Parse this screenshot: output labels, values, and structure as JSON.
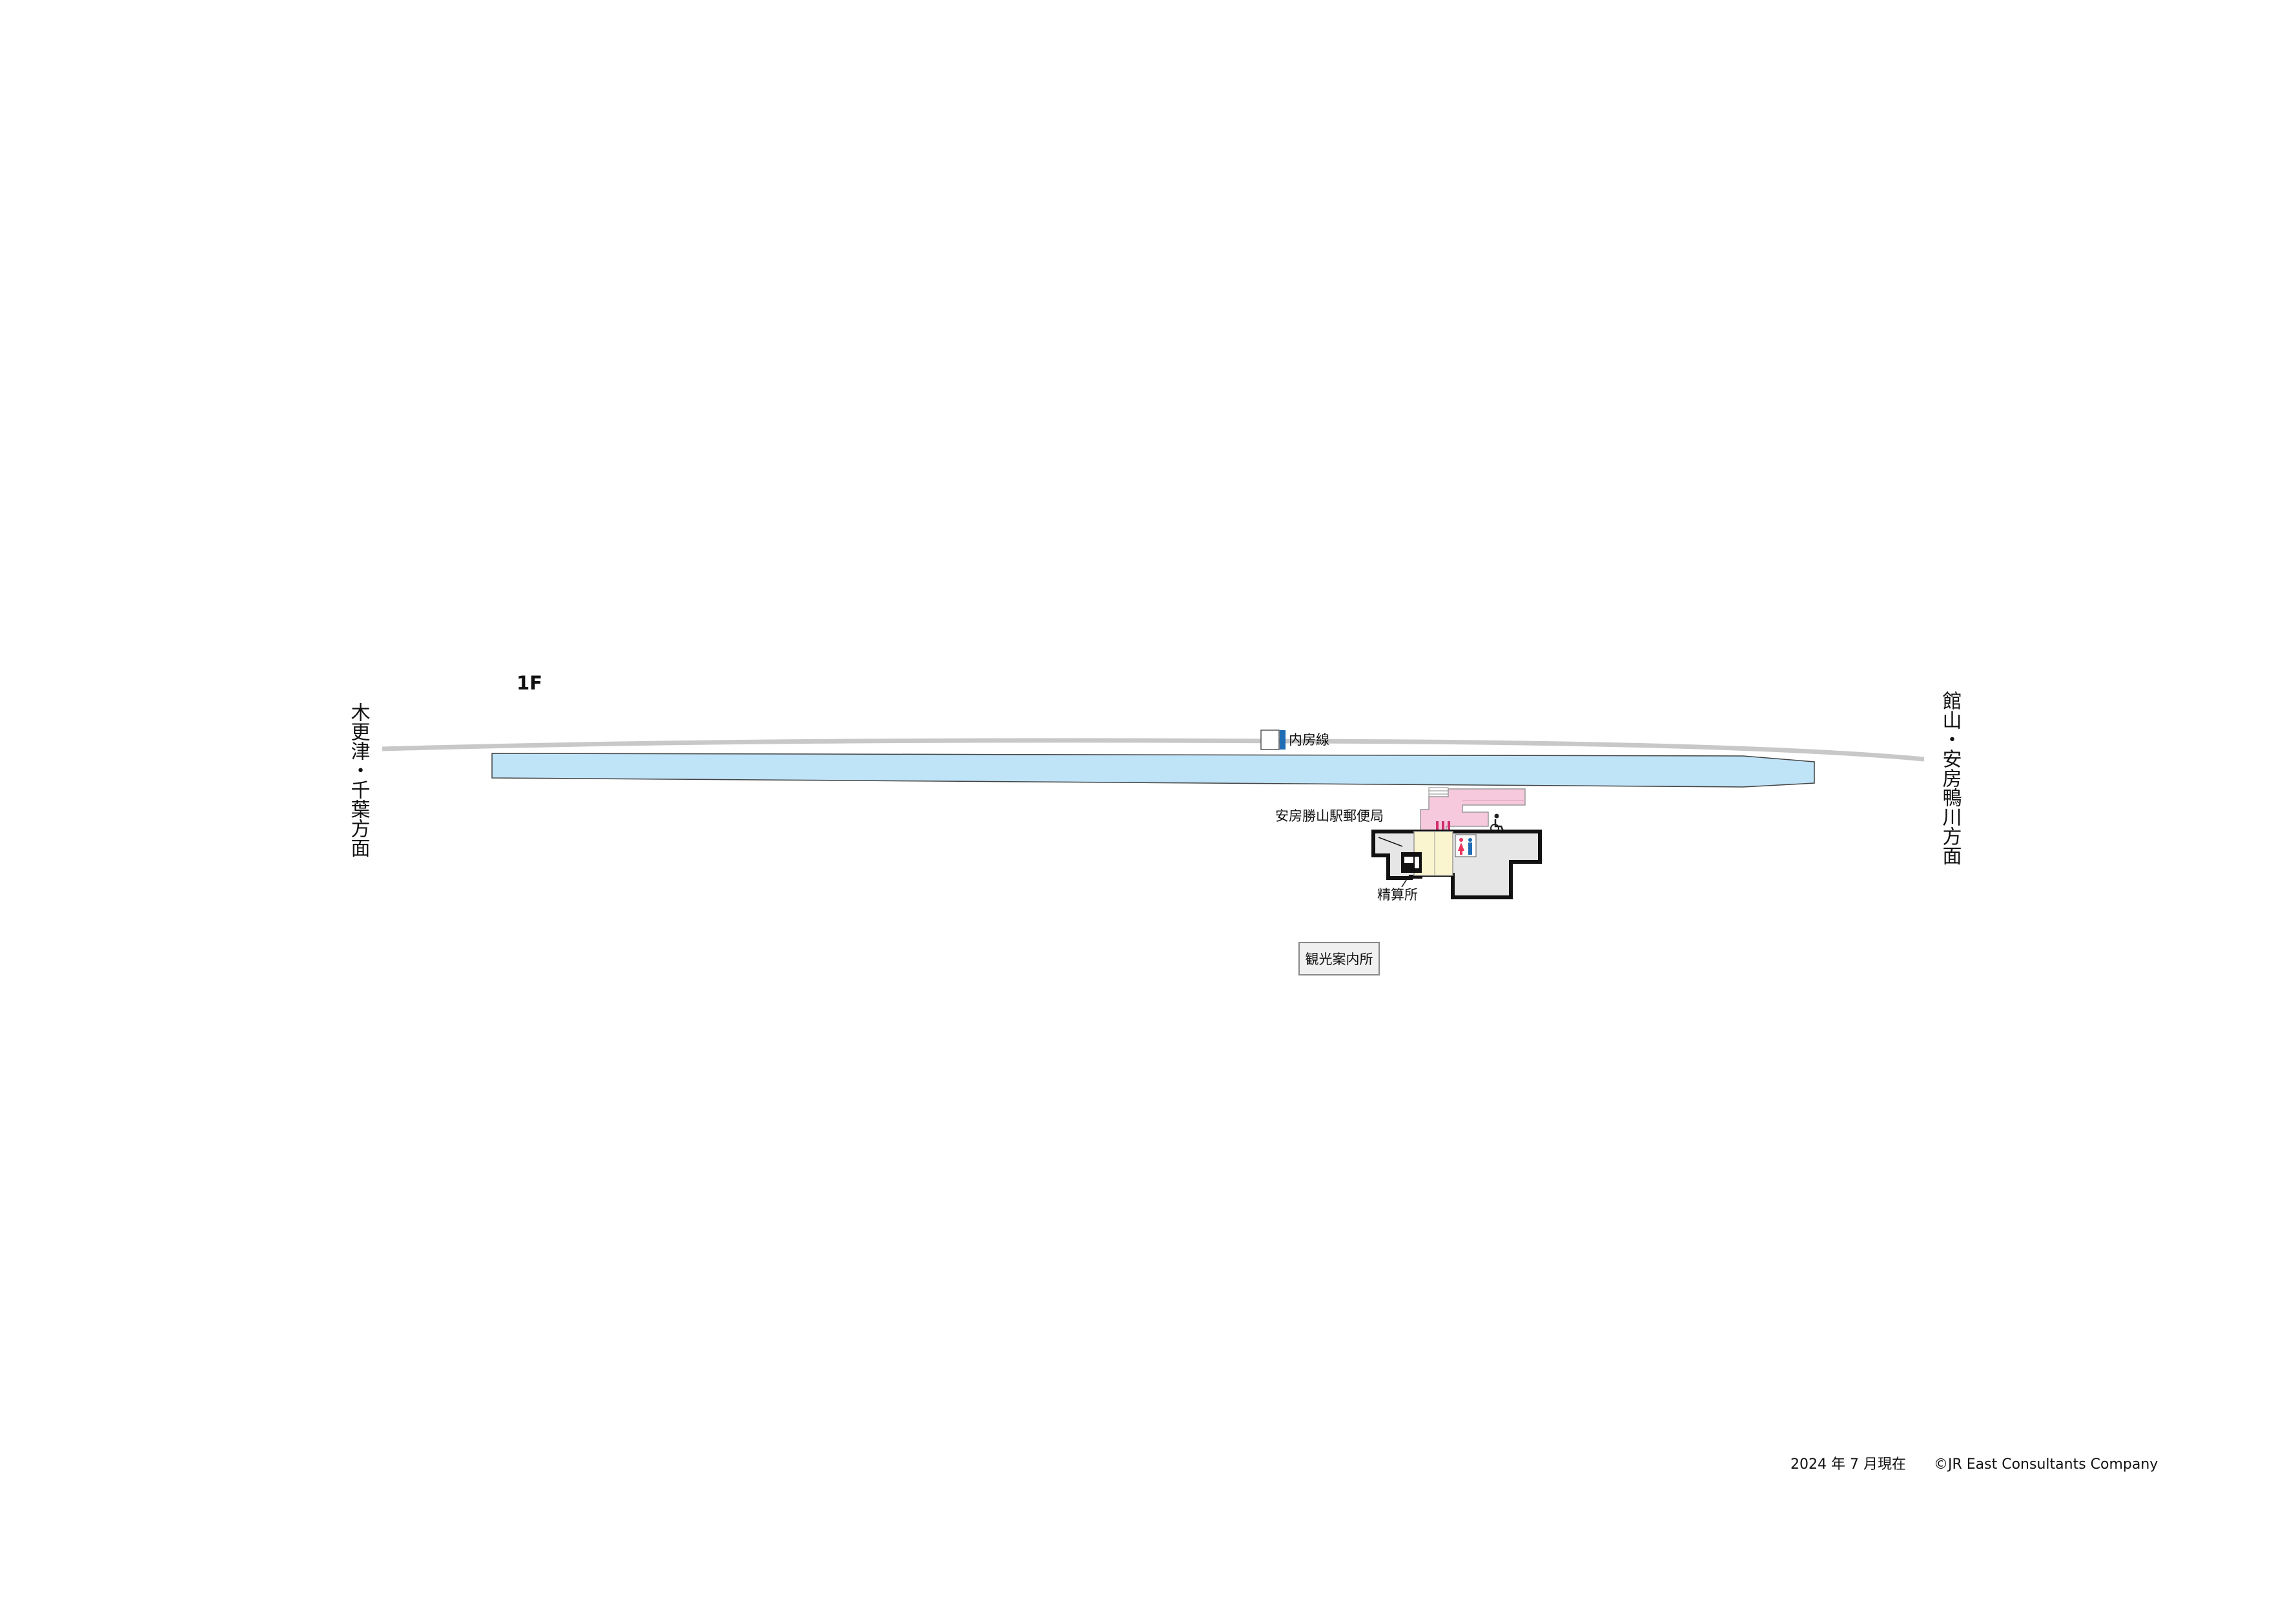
{
  "floor_label": "1F",
  "directions": {
    "left": "木更津・千葉方面",
    "right": "館山・安房鴨川方面"
  },
  "line": {
    "name": "内房線",
    "color": "#1f6db5"
  },
  "facilities": {
    "post_office": "安房勝山駅郵便局",
    "fare_adjustment": "精算所",
    "tourist_info": "観光案内所"
  },
  "icons": [
    "ticket-machine-icon",
    "restroom-icon",
    "accessible-icon",
    "gate-icon"
  ],
  "colors": {
    "platform": "#bfe3f7",
    "track": "#c8c8c8",
    "concourse": "#f7c9dc",
    "building": "#e6e6e6",
    "ticket_area": "#fbf5cf"
  },
  "footer": {
    "date": "2024 年 7 月現在",
    "copyright": "©JR East Consultants Company"
  }
}
